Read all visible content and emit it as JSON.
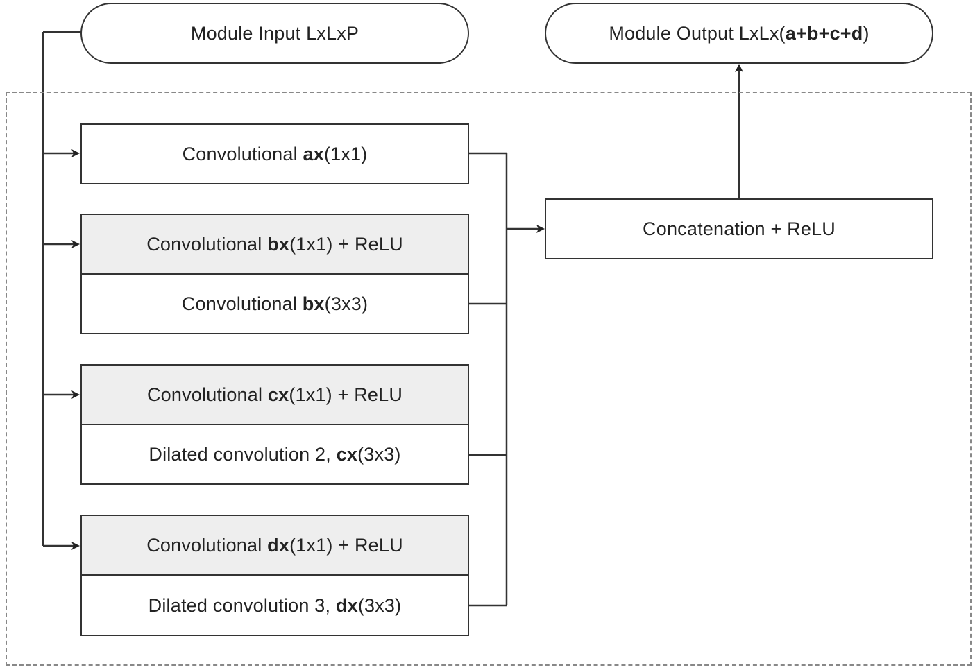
{
  "input_node": {
    "label": "Module Input LxLxP"
  },
  "output_node": {
    "label_prefix": "Module Output LxLx(",
    "label_bold": "a+b+c+d",
    "label_suffix": ")"
  },
  "branches": [
    {
      "id": "a",
      "blocks": [
        {
          "prefix": "Convolutional ",
          "bold": "ax",
          "suffix": "(1x1)",
          "shaded": false
        }
      ]
    },
    {
      "id": "b",
      "blocks": [
        {
          "prefix": "Convolutional ",
          "bold": "bx",
          "suffix": "(1x1) + ReLU",
          "shaded": true
        },
        {
          "prefix": "Convolutional ",
          "bold": "bx",
          "suffix": "(3x3)",
          "shaded": false
        }
      ]
    },
    {
      "id": "c",
      "blocks": [
        {
          "prefix": "Convolutional ",
          "bold": "cx",
          "suffix": "(1x1) + ReLU",
          "shaded": true
        },
        {
          "prefix": "Dilated convolution 2, ",
          "bold": "cx",
          "suffix": "(3x3)",
          "shaded": false
        }
      ]
    },
    {
      "id": "d",
      "blocks": [
        {
          "prefix": "Convolutional ",
          "bold": "dx",
          "suffix": "(1x1) + ReLU",
          "shaded": true
        },
        {
          "prefix": "Dilated convolution 3, ",
          "bold": "dx",
          "suffix": "(3x3)",
          "shaded": false
        }
      ]
    }
  ],
  "concat_node": {
    "label": "Concatenation + ReLU"
  },
  "colors": {
    "stroke": "#333333",
    "shaded_fill": "#eeeeee",
    "frame": "#888888"
  }
}
